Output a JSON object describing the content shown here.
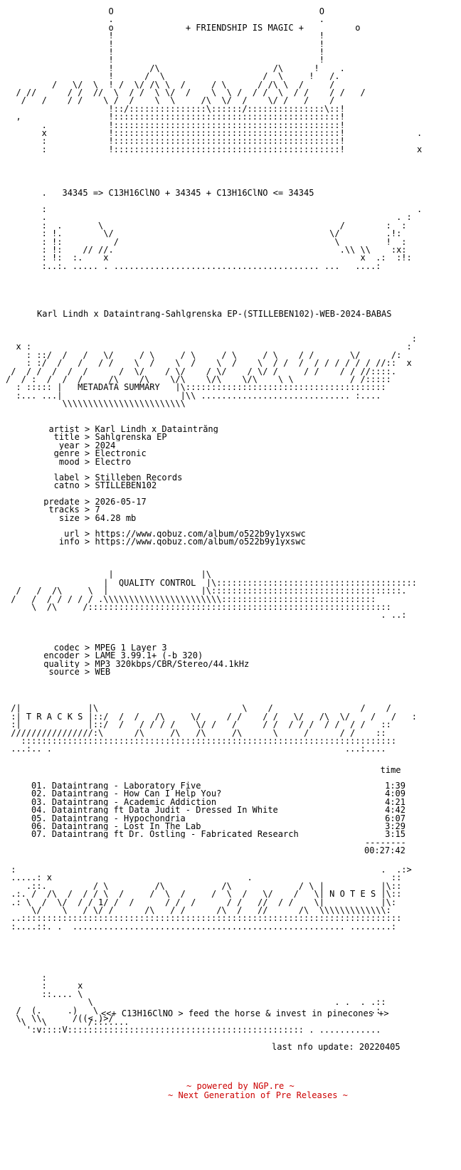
{
  "colors": {
    "text": "#000000",
    "background": "#ffffff",
    "footer": "#cc0000"
  },
  "header": {
    "title": "+ FRIENDSHIP IS MAGIC +",
    "formula": "34345 => C13H16ClNO + 34345 + C13H16ClNO <= 34345"
  },
  "release_name": "Karl_Lindh_x_Dataintrang-Sahlgrenska_EP-(STILLEBEN102)-WEB-2024-BABAS",
  "metadata": {
    "heading": "METADATA SUMMARY",
    "rows": [
      {
        "key": "artist",
        "value": "Karl Lindh x Dataintrång"
      },
      {
        "key": "title",
        "value": "Sahlgrenska EP"
      },
      {
        "key": "year",
        "value": "2024"
      },
      {
        "key": "genre",
        "value": "Electronic"
      },
      {
        "key": "mood",
        "value": "Electro"
      },
      {
        "key": "label",
        "value": "Stilleben Records"
      },
      {
        "key": "catno",
        "value": "STILLEBEN102"
      },
      {
        "key": "predate",
        "value": "2026-05-17"
      },
      {
        "key": "tracks",
        "value": "7"
      },
      {
        "key": "size",
        "value": "64.28 mb"
      },
      {
        "key": "url",
        "value": "https://www.qobuz.com/album/o522b9y1yxswc"
      },
      {
        "key": "info",
        "value": "https://www.qobuz.com/album/o522b9y1yxswc"
      }
    ]
  },
  "quality": {
    "heading": "QUALITY CONTROL",
    "rows": [
      {
        "key": "codec",
        "value": "MPEG 1 Layer 3"
      },
      {
        "key": "encoder",
        "value": "LAME 3.99.1+ (-b 320)"
      },
      {
        "key": "quality",
        "value": "MP3 320kbps/CBR/Stereo/44.1kHz"
      },
      {
        "key": "source",
        "value": "WEB"
      }
    ]
  },
  "tracks": {
    "heading": "T R A C K S",
    "time_header": "time",
    "list": [
      {
        "name": "01. Dataintrang - Laboratory Five",
        "time": "1:39"
      },
      {
        "name": "02. Dataintrang - How Can I Help You?",
        "time": "4:09"
      },
      {
        "name": "03. Dataintrang - Academic Addiction",
        "time": "4:21"
      },
      {
        "name": "04. Dataintrang ft Data Judit - Dressed In White",
        "time": "4:42"
      },
      {
        "name": "05. Dataintrang - Hypochondria",
        "time": "6:07"
      },
      {
        "name": "06. Dataintrang - Lost In The Lab",
        "time": "3:29"
      },
      {
        "name": "07. Dataintrang ft Dr. Ostling - Fabricated Research",
        "time": "3:15"
      }
    ],
    "total": "00:27:42"
  },
  "notes": {
    "heading": "N O T E S"
  },
  "footer": {
    "tagline": "<<+ C13H16ClNO > feed the horse & invest in pinecones +>",
    "update": "last nfo update: 20220405",
    "powered": "~ powered by NGP.re ~",
    "ngp": "~ Next Generation of Pre Releases ~"
  }
}
